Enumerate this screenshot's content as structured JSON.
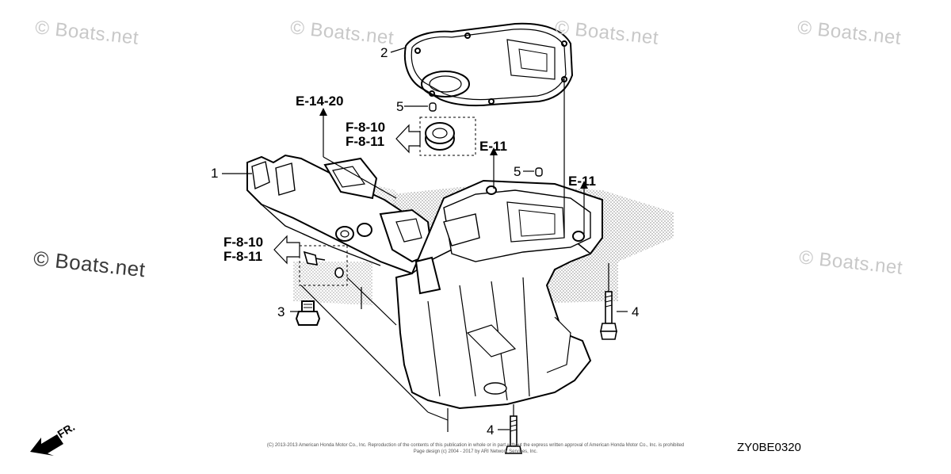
{
  "watermarks": [
    "© Boats.net",
    "© Boats.net",
    "© Boats.net",
    "© Boats.net",
    "© Boats.net",
    "© Boats.net"
  ],
  "references": {
    "e_14_20": "E-14-20",
    "f_8_10_top": "F-8-10",
    "f_8_11_top": "F-8-11",
    "e_11_center": "E-11",
    "e_11_right": "E-11",
    "f_8_10_left": "F-8-10",
    "f_8_11_left": "F-8-11"
  },
  "callouts": {
    "part_1": "1",
    "part_2": "2",
    "part_3": "3",
    "part_4_right": "4",
    "part_4_bottom": "4",
    "part_5_top": "5",
    "part_5_mid": "5"
  },
  "direction_label": "FR.",
  "copyright": [
    "(C) 2013-2013 American Honda Motor Co., Inc. Reproduction of the contents of this publication in whole or in part without the express written approval of American Honda Motor Co., Inc. is prohibited",
    "Page design (c) 2004 - 2017 by ARI Network Services, Inc."
  ],
  "diagram_code": "ZY0BE0320",
  "colors": {
    "ink": "#000000",
    "watermark": "#c8c8c8",
    "shading": "#9a9a9a"
  },
  "icons": [
    "front-direction-arrow-icon"
  ]
}
